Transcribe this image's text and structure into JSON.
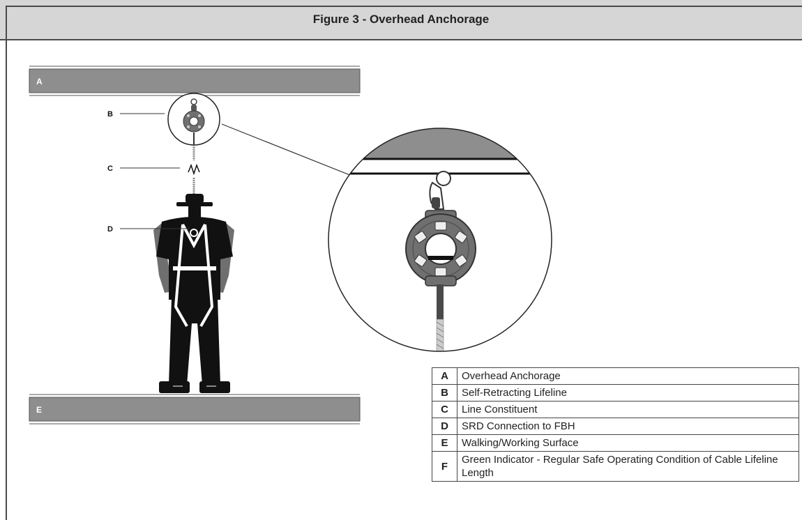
{
  "title": "Figure 3 - Overhead Anchorage",
  "labels": {
    "a": "A",
    "b": "B",
    "c": "C",
    "d": "D",
    "e": "E",
    "f": "F"
  },
  "legend": [
    {
      "key": "A",
      "text": "Overhead Anchorage"
    },
    {
      "key": "B",
      "text": "Self-Retracting Lifeline"
    },
    {
      "key": "C",
      "text": "Line Constituent"
    },
    {
      "key": "D",
      "text": "SRD Connection to FBH"
    },
    {
      "key": "E",
      "text": "Walking/Working Surface"
    },
    {
      "key": "F",
      "text": "Green Indicator - Regular Safe Operating Condition of Cable Lifeline Length"
    }
  ],
  "colors": {
    "bar": "#8e8e8e",
    "device": "#707070",
    "figure": "#111111",
    "arm": "#6f6f6f",
    "title_bg": "#d6d6d6"
  }
}
